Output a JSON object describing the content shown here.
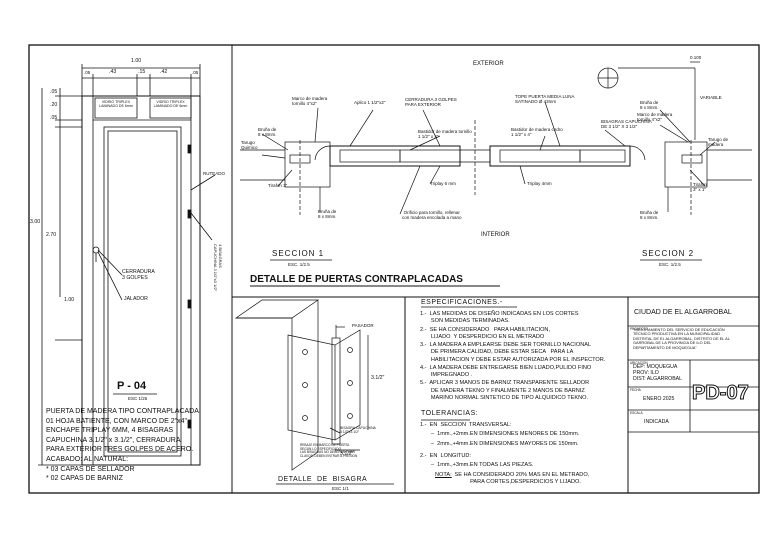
{
  "door_elevation": {
    "dims_top": [
      "1.00",
      ".43",
      ".15",
      ".42",
      ".05",
      ".05"
    ],
    "dims_left": [
      ".05",
      ".20",
      ".05",
      "3.00",
      "2.70",
      "1.00"
    ],
    "panel_labels": [
      "VIDRIO TRIPLEX LAMINADO DE 6mm",
      "VIDRIO TRIPLEX LAMINADO DE 6mm"
    ],
    "ruteado": "RUTEADO",
    "cerradura": "CERRADURA\n3 GOLPES",
    "jalador": "JALADOR",
    "bisagras_note": "4 BISAGRAS\nCAPUCHINA 3 1/2\"x3 1/2\"",
    "code": "P - 04",
    "scale": "ESC 1/25",
    "description": [
      "PUERTA DE MADERA TIPO CONTRAPLACADA,",
      "01 HOJA BATIENTE, CON MARCO DE 2\"x4\",",
      "ENCHAPE TRIPLAY 6MM, 4 BISAGRAS",
      "CAPUCHINA 3.1/2\" x 3.1/2\", CERRADURA",
      "PARA EXTERIOR TRES GOLPES DE ACERO.",
      "ACABADO: AL NATURAL:",
      "* 03 CAPAS DE SELLADOR",
      "* 02 CAPAS DE BARNIZ"
    ]
  },
  "section_detail": {
    "exterior": "EXTERIOR",
    "interior": "INTERIOR",
    "title": "DETALLE DE PUERTAS CONTRAPLACADAS",
    "section1": "SECCION 1",
    "section2": "SECCION 2",
    "esc": "ESC. 1/2.5",
    "callouts": {
      "marco": "Marco de madera\ntornillo 4\"x2\"",
      "aplico": "Aplico 1 1/2\"x2\"",
      "cerradura": "CERRADURA 3 GOLPES\nPARA EXTERIOR",
      "bastidor1": "Bastidor de madera tornillo\n1 1/2\" x 4\"",
      "tope": "TOPE PUERTA MEDIA LUNA\nSATINADO Ø 43mm",
      "bastidor2": "Bastidor de madera cedro\n1 1/2\" x 4\"",
      "bisagras": "BISAGRAS CAPUCHINA\nDE 3 1/2\" X 3 1/2\"",
      "bruna_tl": "Bruña de\n8 x 8mm.",
      "tarugo": "Tarugo\nQuimico",
      "tirafon_l": "Tirafon 3\"",
      "triplay1": "Triplay 6 mm",
      "triplay2": "Triplay 4mm",
      "bruna_bl": "Bruña de\n8 x 8mm.",
      "orificio": "Orificio para tornillo, rellenar\ncon madera encolada a mano",
      "bruna_tr": "Bruña de\n8 x 8mm.",
      "marco_r": "Marco de madera\ntornillo 4\"x2\"",
      "tarugo_r": "Tarugo de\nmadera",
      "tirafon_r": "Tirafon\n3\" x 1\"",
      "bruna_br": "Bruña de\n8 x 8mm.",
      "variable": "VARIABLE",
      "dim_top": "0.100"
    }
  },
  "hinge_detail": {
    "title": "DETALLE  DE  BISAGRA",
    "scale": "ESC 1/1",
    "pin_label": "PASADOR",
    "dim1": "3.1/2\"",
    "dim2": "3.1/2\"",
    "note1": "BISAGRA CAPUCHINA\n3 1/2\"x3 1/2\"",
    "note2": "REBAJE EN MARCO DE PUERTA\nSEGUN LO ESPECIFICADO\nLAS BISAGRAS NO DEBERAN FIJAR\nCLAVOS, DEBEN ENTRAR A PRESION"
  },
  "specifications": {
    "title": "ESPECIFICACIONES.-",
    "items": [
      "1.-  LAS MEDIDAS DE DISEÑO INDICADAS EN LOS CORTES\n       SON MEDIDAS TERMINADAS.",
      "2.-  SE HA CONSIDERADO   PARA HABILITACION,\n       LIJADO  Y DESPERDICIO EN EL METRADO",
      "3.-  LA MADERA A EMPLEARSE DEBE SER TORNILLO NACIONAL\n       DE PRIMERA CALIDAD, DEBE ESTAR SECA   PARA LA\n       HABILITACION Y DEBE ESTAR AUTORIZADA POR EL INSPECTOR.",
      "4.-  LA MADERA DEBE ENTREGARSE BIEN LIJADO,PULIDO FINO\n       IMPREGNADO .",
      "5.-  APLICAR 3 MANOS DE BARNIZ TRANSPARENTE SELLADOR\n       DE MADERA TEKNO Y FINALMENTE 2 MANOS DE BARNIZ\n       MARINO NORMAL SINTETICO DE TIPO ALQUIDICO TEKNO."
    ],
    "tolerancias_title": "TOLERANCIAS:",
    "tolerancias": [
      "1.-  EN  SECCION  TRANSVERSAL:",
      "       –  1mm.,+2mm.EN DIMENSIONES MENORES DE 150mm.",
      "       –  2mm.,+4mm.EN DIMENSIONES MAYORES DE 150mm.",
      "2.-  EN  LONGITUD:",
      "       –  1mm.,+3mm.EN TODAS LAS PIEZAS."
    ],
    "nota_label": "NOTA:",
    "nota": " SE HA CONSIDERADO 20% MAS EN EL METRADO,\n           PARA CORTES,DESPERDICIOS Y LIJADO."
  },
  "title_block": {
    "city": "CIUDAD DE EL ALGARROBAL",
    "proyecto_label": "PROYECTO",
    "proyecto": "\"MEJORAMIENTO DEL SERVICIO DE EDUCACIÓN\nTÉCNICO PRODUCTIVA EN LA MUNICIPALIDAD\nDISTRITAL DE EL ALGARROBAL, DISTRITO DE EL AL\nGARROBAL DE LA PROVINCIA DE ILO DEL\nDEPARTAMENTO DE MOQUEGUA\"",
    "ubicacion_label": "UBICACION",
    "ubicacion": "DEP: MOQUEGUA\nPROV: ILO\nDIST: ALGARROBAL",
    "fecha_label": "FECHA",
    "fecha": "ENERO 2025",
    "escala_label": "ESCALA",
    "escala": "INDICADA",
    "lamina": "PD-07"
  }
}
